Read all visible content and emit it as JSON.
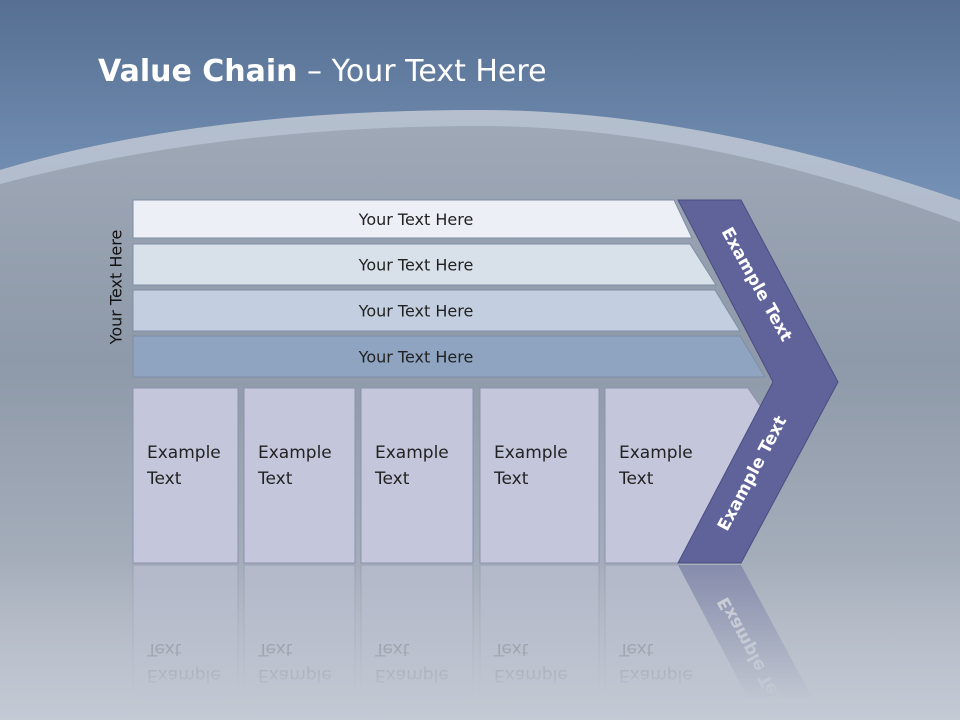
{
  "slide": {
    "title_bold": "Value Chain",
    "title_rest": " – Your Text Here",
    "side_label": "Your Text Here"
  },
  "support_rows": [
    {
      "label": "Your Text Here",
      "color": "#eceff6"
    },
    {
      "label": "Your Text Here",
      "color": "#d8e0ea"
    },
    {
      "label": "Your Text Here",
      "color": "#c3cfe0"
    },
    {
      "label": "Your Text Here",
      "color": "#8ea4c1"
    }
  ],
  "primary_boxes": [
    {
      "line1": "Example",
      "line2": "Text"
    },
    {
      "line1": "Example",
      "line2": "Text"
    },
    {
      "line1": "Example",
      "line2": "Text"
    },
    {
      "line1": "Example",
      "line2": "Text"
    },
    {
      "line1": "Example",
      "line2": "Text"
    }
  ],
  "margin_arrow": {
    "top_text": "Example Text",
    "bottom_text": "Example Text",
    "color": "#5f6399"
  },
  "colors": {
    "header": "#6a86ab",
    "box_fill": "#c4c7dc",
    "text": "#222222"
  }
}
